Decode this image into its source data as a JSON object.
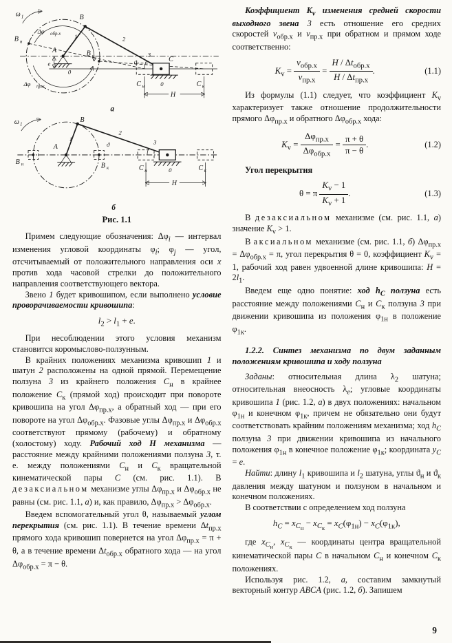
{
  "page_number": "9",
  "figure": {
    "caption": "Рис. 1.1",
    "a": {
      "caption": "а",
      "omega": {
        "base": "ω",
        "sub": "1"
      },
      "dphi_obr": {
        "base": "Δφ",
        "sub": "обр.х"
      },
      "dphi_pr": {
        "base": "Δφ",
        "sub": "пр.х"
      },
      "B": "B",
      "Bn": {
        "base": "B",
        "sub": "н"
      },
      "Bk": {
        "base": "B",
        "sub": "к"
      },
      "A": "A",
      "link1": "1",
      "link2": "2",
      "link3": "3",
      "C": "C",
      "Cn": {
        "base": "C",
        "sub": "н"
      },
      "Ck": {
        "base": "C",
        "sub": "к"
      },
      "theta": "ϑ",
      "e": "e",
      "H": "H",
      "zero_crank": "0",
      "zero_slider": "0"
    },
    "b": {
      "caption": "б",
      "omega": {
        "base": "ω",
        "sub": "1"
      },
      "B": "B",
      "Bn": {
        "base": "B",
        "sub": "н"
      },
      "Bk": {
        "base": "B",
        "sub": "к"
      },
      "A": "A",
      "link1": "1",
      "link2": "2",
      "link3": "3",
      "Cn": {
        "base": "C",
        "sub": "н"
      },
      "Ck": {
        "base": "C",
        "sub": "к"
      },
      "theta": "ϑ",
      "H": "H",
      "zero_slider": "0"
    }
  },
  "left": {
    "p1": "Примем следующие обозначения: Δφ<sub><i>i</i></sub> — интервал изменения угловой координаты φ<sub><i>i</i></sub>; φ<sub><i>j</i></sub> — угол, отсчитываемый от положительного направления оси <i>x</i> против хода часовой стрелки до положительного направления соответствующего вектора.",
    "p2": "Звено <i>1</i> будет кривошипом, если выполнено <b><i>условие проворачиваемости кривошипа</i></b>:",
    "eq_condition": "<i>l</i><sub>2</sub> &gt; <i>l</i><sub>1</sub> + <i>e</i>.",
    "p3": "При несоблюдении этого условия механизм становится коромыслово-ползунным.",
    "p4": "В крайних положениях механизма кривошип <i>1</i> и шатун <i>2</i> расположены на одной прямой. Перемещение ползуна <i>3</i> из крайнего положения <i>C</i><sub>н</sub> в крайнее положение <i>C</i><sub>к</sub> (прямой ход) происходит при повороте кривошипа на угол Δφ<sub>пр.х</sub>, а обратный ход — при его повороте на угол Δφ<sub>обр.х</sub>. Фазовые углы Δφ<sub>пр.х</sub> и Δφ<sub>обр.х</sub> соответствуют прямому (рабочему) и обратному (холостому) ходу. <b><i>Рабочий ход H механизма</i></b> — расстояние между крайними положениями ползуна <i>3</i>, т. е. между положениями <i>C</i><sub>н</sub> и <i>C</i><sub>к</sub> вращательной кинематической пары <i>C</i> (см. рис. 1.1). В <span class=\"sp\">дезаксиальном</span> механизме углы Δφ<sub>пр.х</sub> и Δφ<sub>обр.х</sub> не равны (см. рис. 1.1, <i>а</i>) и, как правило, Δφ<sub>пр.х</sub> &gt; Δφ<sub>обр.х</sub>.",
    "p5": "Введем вспомогательный угол θ, называемый <b><i>углом перекрытия</i></b> (см. рис. 1.1). В течение времени Δ<i>t</i><sub>пр.х</sub> прямого хода кривошип повернется на угол Δφ<sub>пр.х</sub> = π + θ, а в течение времени Δ<i>t</i><sub>обр.х</sub> обратного хода — на угол Δφ<sub>обр.х</sub> = π − θ."
  },
  "right": {
    "p1": "<b><i>Коэффициент K<sub>v</sub> изменения средней скорости выходного звена</i></b> <i>3</i> есть отношение его средних скоростей <i>v</i><sub>обр.х</sub> и <i>v</i><sub>пр.х</sub> при обратном и прямом ходе соответственно:",
    "eq11": {
      "body": "<i>K</i><sub>v</sub> = <span class=\"fr\"><span class=\"n\"><i>v</i><sub>обр.х</sub></span><span class=\"d\"><i>v</i><sub>пр.х</sub></span></span> = <span class=\"fr\"><span class=\"n\"><i>H</i> / Δ<i>t</i><sub>обр.х</sub></span><span class=\"d\"><i>H</i> / Δ<i>t</i><sub>пр.х</sub></span></span>.",
      "num": "(1.1)"
    },
    "p2": "Из формулы (1.1) следует, что коэффициент <i>K</i><sub>v</sub> характеризует также отношение продолжительности прямого Δφ<sub>пр.х</sub> и обратного Δφ<sub>обр.х</sub> хода:",
    "eq12": {
      "body": "<i>K</i><sub>v</sub> = <span class=\"fr\"><span class=\"n\">Δφ<sub>пр.х</sub></span><span class=\"d\">Δφ<sub>обр.х</sub></span></span> = <span class=\"fr\"><span class=\"n\">π + θ</span><span class=\"d\">π − θ</span></span>.",
      "num": "(1.2)"
    },
    "h_overlap": "Угол перекрытия",
    "eq13": {
      "body": "θ = π <span class=\"fr\"><span class=\"n\"><i>K</i><sub>v</sub> − 1</span><span class=\"d\"><i>K</i><sub>v</sub> + 1</span></span>.",
      "num": "(1.3)"
    },
    "p3": "В <span class=\"sp\">дезаксиальном</span> механизме (см. рис. 1.1, <i>а</i>) значение <i>K</i><sub>v</sub> &gt; 1.",
    "p4": "В <span class=\"sp\">аксиальном</span> механизме (см. рис. 1.1, <i>б</i>) Δφ<sub>пр.х</sub> = Δφ<sub>обр.х</sub> = π, угол перекрытия θ = 0, коэффициент <i>K</i><sub>v</sub> = 1, рабочий ход равен удвоенной длине кривошипа: <i>H</i> = 2<i>l</i><sub>1</sub>.",
    "p5": "Введем еще одно понятие: <b><i>ход h<sub>C</sub> ползуна</i></b> есть расстояние между положениями <i>C</i><sub>н</sub> и <i>C</i><sub>к</sub> ползуна <i>3</i> при движении кривошипа из положения φ<sub>1н</sub> в положение φ<sub>1к</sub>.",
    "h_section": "1.2.2. Синтез механизма по двум заданным положениям кривошипа и ходу ползуна",
    "p6": "<i>Заданы</i>: относительная длина λ<sub>2</sub> шатуна; относительная внеосность λ<sub><i>e</i></sub>; угловые координаты кривошипа <i>1</i> (рис. 1.2, <i>а</i>) в двух положениях: начальном φ<sub>1н</sub> и конечном φ<sub>1к</sub>, причем не обязательно они будут соответствовать крайним положениям механизма; ход <i>h<sub>C</sub></i> ползуна <i>3</i> при движении кривошипа из начального положения φ<sub>1н</sub> в конечное положение φ<sub>1к</sub>; координата <i>y<sub>C</sub></i> = <i>e</i>.",
    "p7": "<i>Найти</i>: длину <i>l</i><sub>1</sub> кривошипа и <i>l</i><sub>2</sub> шатуна, углы ϑ<sub>н</sub> и ϑ<sub>к</sub> давления между шатуном и ползуном в начальном и конечном положениях.",
    "p8": "В соответствии с определением ход ползуна",
    "eq_hc": "<i>h<sub>C</sub></i> = <i>x</i><sub><i>C</i><sub>н</sub></sub> − <i>x</i><sub><i>C</i><sub>к</sub></sub> = <i>x<sub>C</sub></i>(φ<sub>1н</sub>) − <i>x<sub>C</sub></i>(φ<sub>1к</sub>),",
    "p9": "где <i>x</i><sub><i>C</i><sub>н</sub></sub>, <i>x</i><sub><i>C</i><sub>к</sub></sub> — координаты центра вращательной кинематической пары <i>C</i> в начальном <i>C</i><sub>н</sub> и конечном <i>C</i><sub>к</sub> положениях.",
    "p10": "Используя рис. 1.2, <i>а</i>, составим замкнутый векторный контур <i>ABCA</i> (рис. 1.2, <i>б</i>). Запишем"
  }
}
